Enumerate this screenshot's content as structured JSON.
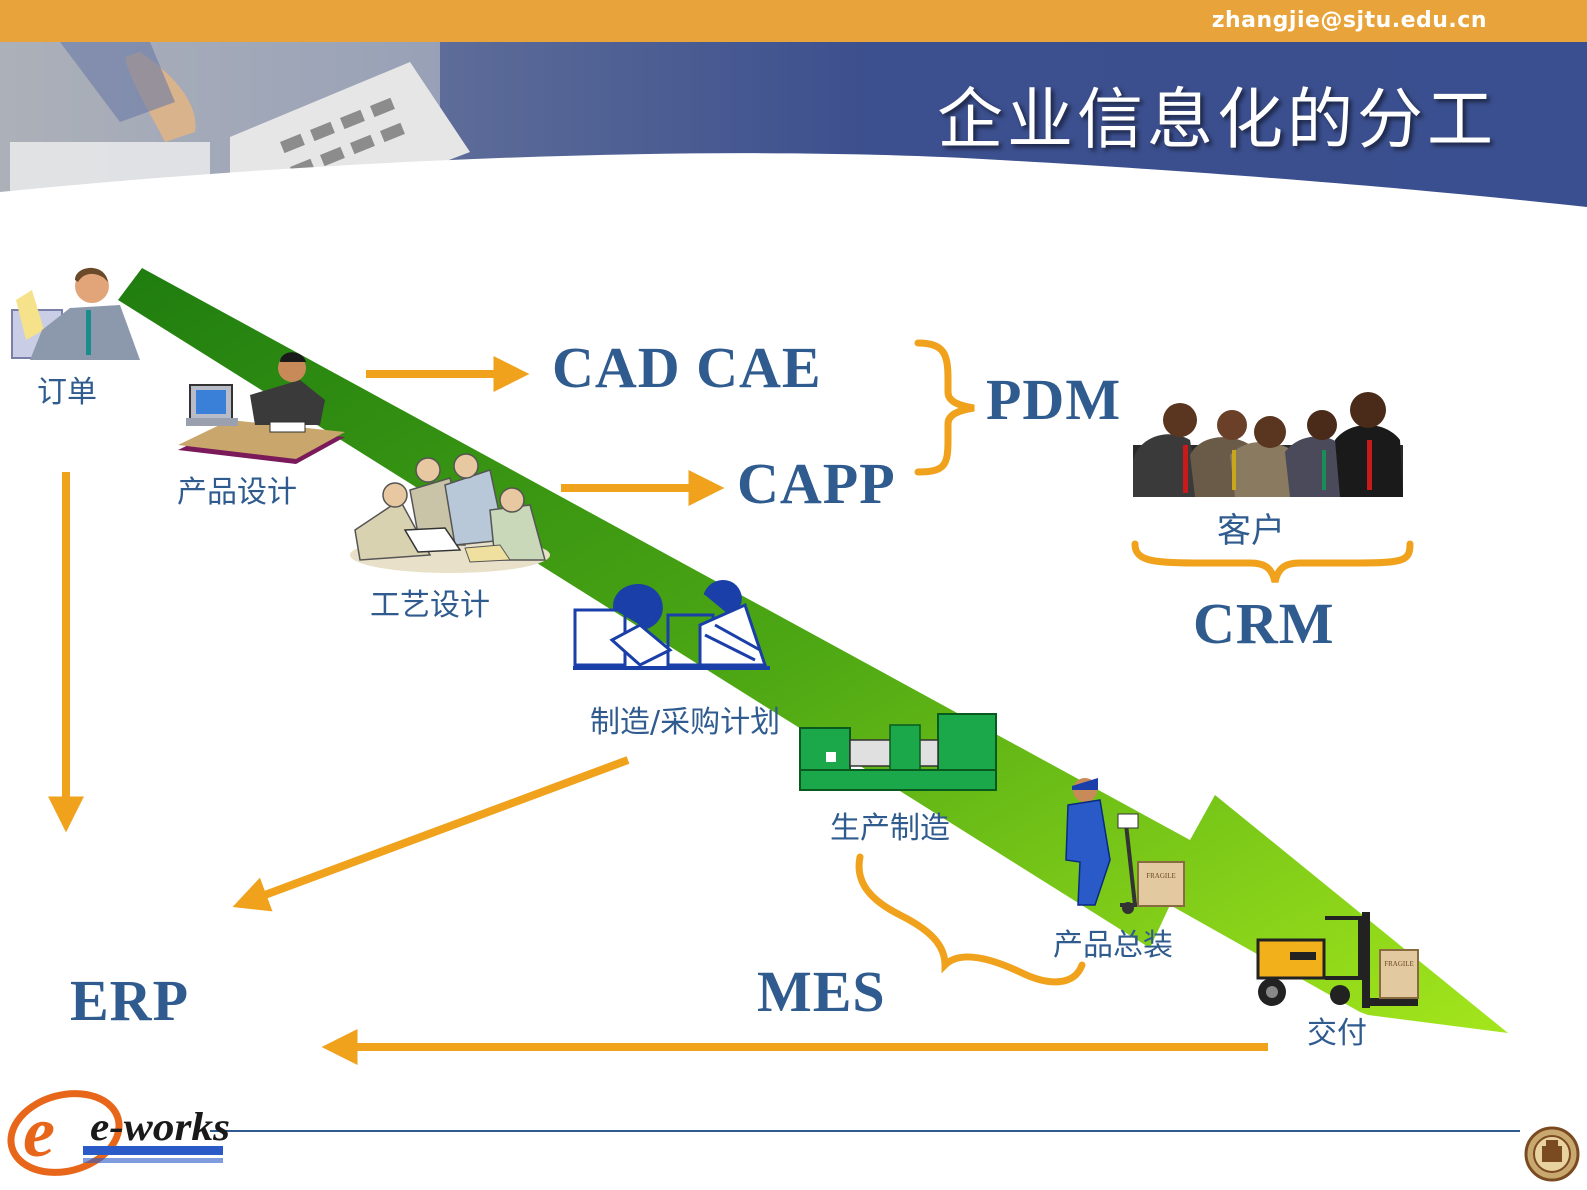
{
  "header": {
    "email": "zhangjie@sjtu.edu.cn",
    "title": "企业信息化的分工"
  },
  "stages": {
    "order": "订单",
    "product_design": "产品设计",
    "process_design": "工艺设计",
    "planning": "制造/采购计划",
    "production": "生产制造",
    "assembly": "产品总装",
    "delivery": "交付",
    "customer": "客户"
  },
  "systems": {
    "cad_cae": "CAD CAE",
    "capp": "CAPP",
    "pdm": "PDM",
    "crm": "CRM",
    "erp": "ERP",
    "mes": "MES"
  },
  "box_label": "FRAGILE",
  "logo": {
    "text": "e-works"
  },
  "colors": {
    "arrow_orange": "#f0a21c",
    "diagonal_green_dark": "#2a8c14",
    "diagonal_green_light": "#9be21a",
    "label_blue": "#2f5b8f",
    "header_orange": "#e8a43a",
    "banner_blue": "#3a4f8f"
  }
}
